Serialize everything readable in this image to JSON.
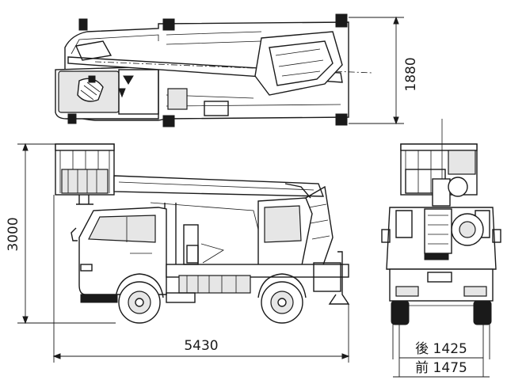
{
  "dimensions": {
    "top_width": "1880",
    "side_height": "3000",
    "overall_length": "5430",
    "rear_track": "後 1425",
    "front_track": "前 1475"
  },
  "colors": {
    "ink": "#1a1a1a",
    "paper": "#ffffff",
    "shade": "#e6e6e6"
  },
  "icons": [
    "truck-top-view",
    "truck-side-view",
    "truck-rear-view"
  ]
}
